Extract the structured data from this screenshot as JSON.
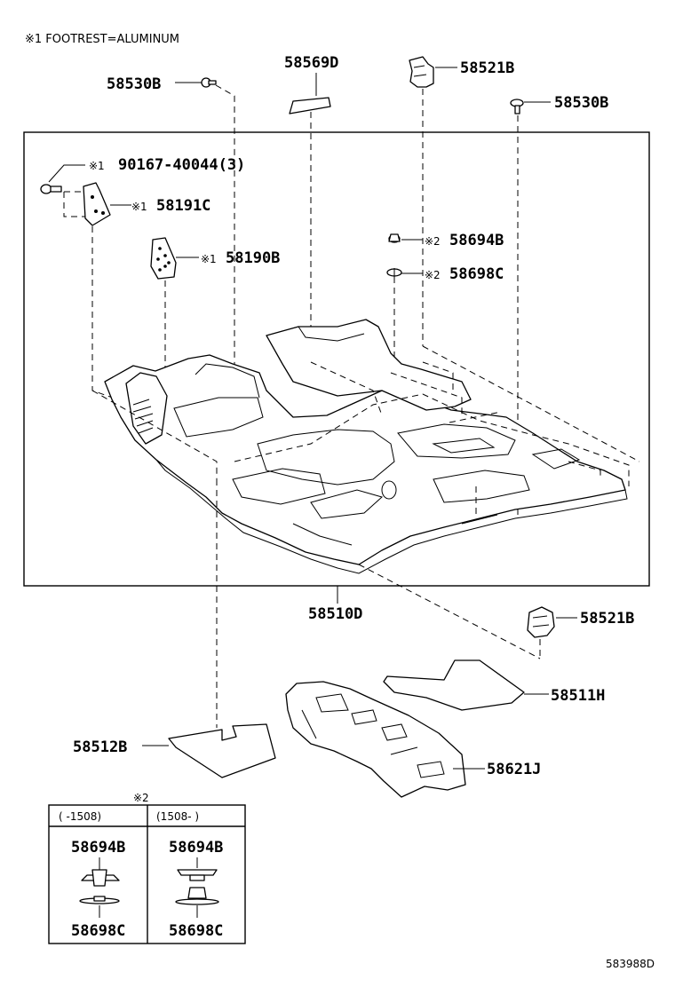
{
  "footnote": "※1 FOOTREST=ALUMINUM",
  "labels": {
    "p58530b_left": "58530B",
    "p58569d": "58569D",
    "p58521b_top": "58521B",
    "p58530b_right": "58530B",
    "p90167": "90167-40044(3)",
    "p58191c": "58191C",
    "p58190b": "58190B",
    "p58694b": "58694B",
    "p58698c": "58698C",
    "p58510d": "58510D",
    "p58521b_bottom": "58521B",
    "p58511h": "58511H",
    "p58512b": "58512B",
    "p58621j": "58621J"
  },
  "marks": {
    "m1": "※1",
    "m2": "※2"
  },
  "inset": {
    "title": "※2",
    "col1_header": "(     -1508)",
    "col2_header": "(1508-      )",
    "col1_top": "58694B",
    "col1_bottom": "58698C",
    "col2_top": "58694B",
    "col2_bottom": "58698C"
  },
  "diagram_code": "583988D"
}
